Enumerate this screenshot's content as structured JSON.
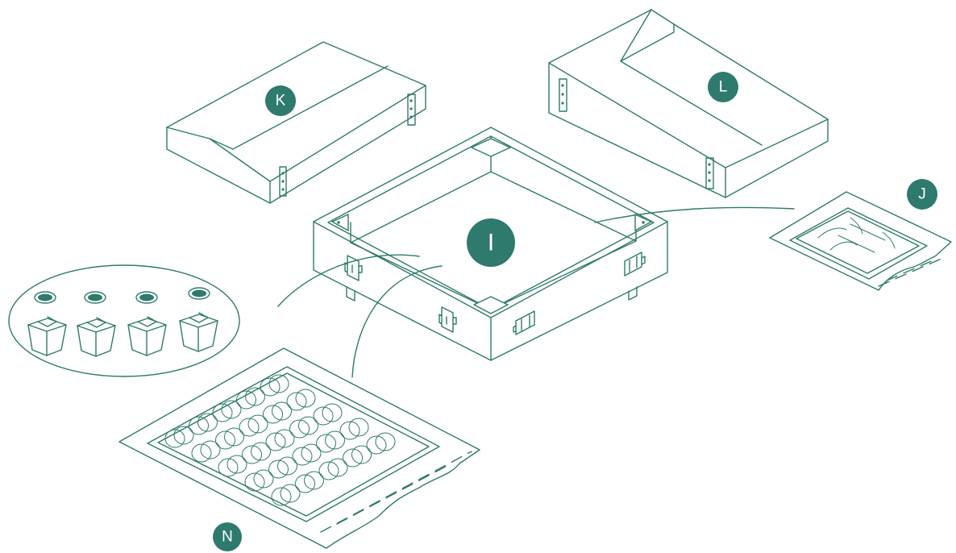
{
  "colors": {
    "ink": "#2e7a6c",
    "background": "#ffffff"
  },
  "labels": {
    "I": "I",
    "J": "J",
    "K": "K",
    "L": "L",
    "N": "N"
  }
}
